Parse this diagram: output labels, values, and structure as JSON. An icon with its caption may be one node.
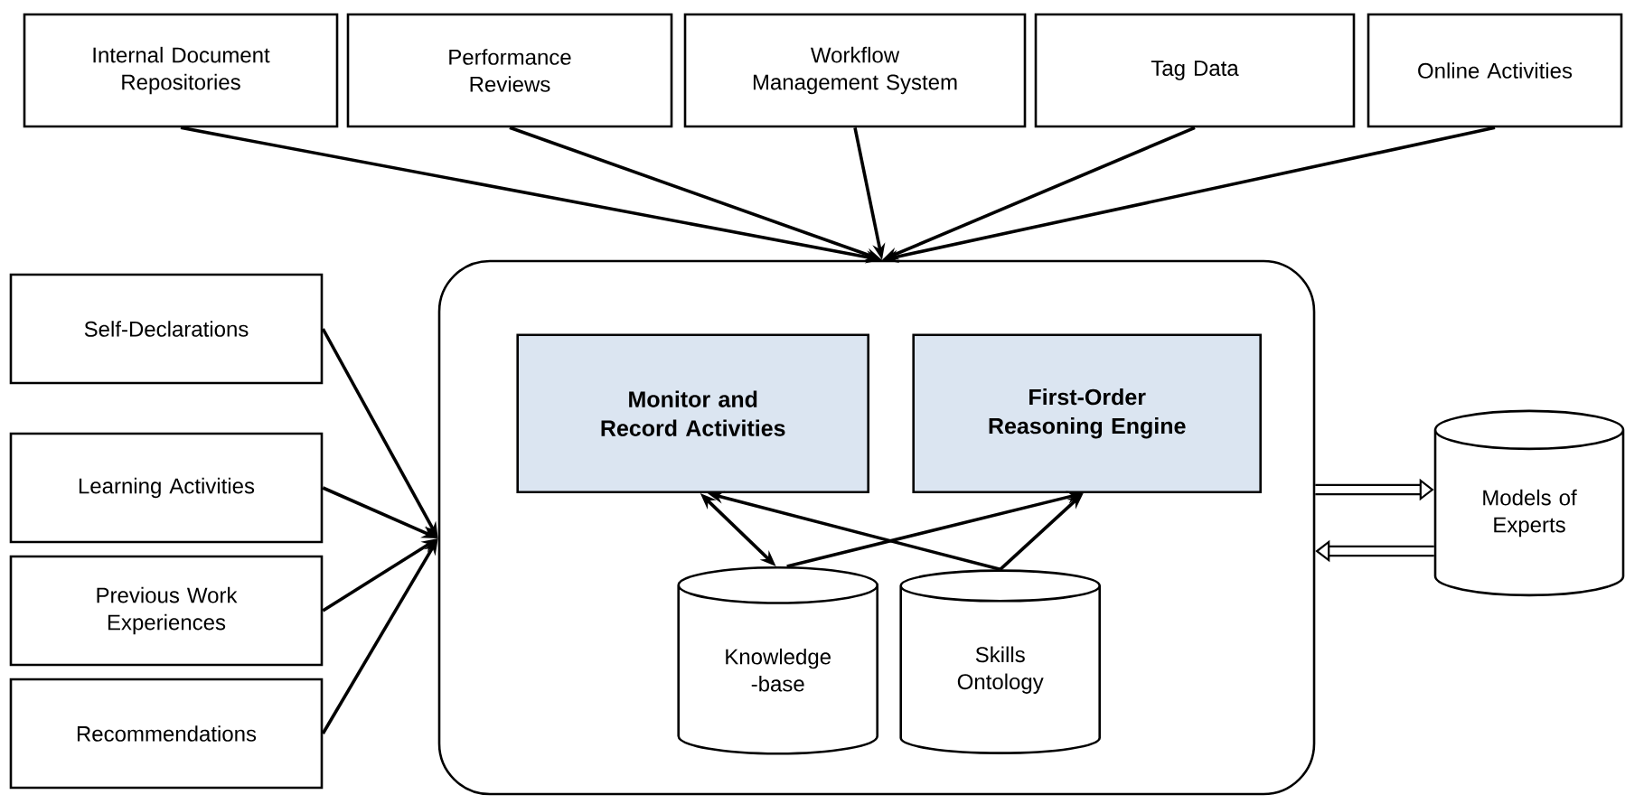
{
  "diagram": {
    "nodes": [
      {
        "text": [
          "Internal Document Repositories"
        ]
      },
      {
        "text": [
          "Performance Reviews"
        ]
      },
      {
        "text": [
          "Workflow Management System"
        ]
      },
      {
        "text": [
          "Tag Data"
        ]
      },
      {
        "text": [
          "Online Activities"
        ]
      },
      {
        "text": [
          "Self-Declarations"
        ]
      },
      {
        "text": [
          "Learning Activities"
        ]
      },
      {
        "text": [
          "Previous Work Experiences"
        ]
      },
      {
        "text": [
          "Recommendations"
        ]
      },
      {
        "text": [],
        "shape": "box"
      },
      {
        "text": [
          "Monitor and Record Activities"
        ],
        "in": 9
      },
      {
        "text": [
          "First-Order Reasoning Engine"
        ],
        "in": 9
      },
      {
        "text": [
          "Knowledge -base"
        ],
        "in": 9
      },
      {
        "text": [
          "Skills Ontology"
        ],
        "in": 9
      },
      {
        "text": [
          "Models of Experts"
        ]
      }
    ],
    "edges": [
      {
        "from": 0,
        "to": 9,
        "arrow": "to"
      },
      {
        "from": 1,
        "to": 9,
        "arrow": "to"
      },
      {
        "from": 2,
        "to": 9,
        "arrow": "to"
      },
      {
        "from": 3,
        "to": 9,
        "arrow": "to"
      },
      {
        "from": 4,
        "to": 9,
        "arrow": "to"
      },
      {
        "from": 5,
        "to": 9,
        "arrow": "to"
      },
      {
        "from": 6,
        "to": 9,
        "arrow": "to"
      },
      {
        "from": 7,
        "to": 9,
        "arrow": "to"
      },
      {
        "from": 8,
        "to": 9,
        "arrow": "to"
      },
      {
        "from": 10,
        "to": 12,
        "arrow": "both"
      },
      {
        "from": 13,
        "to": 10,
        "arrow": "to"
      },
      {
        "from": 12,
        "to": 11,
        "arrow": "to"
      },
      {
        "from": 13,
        "to": 11,
        "arrow": "to"
      },
      {
        "from": 9,
        "to": 14,
        "arrow": "to",
        "style": "thick"
      },
      {
        "from": 14,
        "to": 9,
        "arrow": "to",
        "style": "thick"
      }
    ]
  }
}
